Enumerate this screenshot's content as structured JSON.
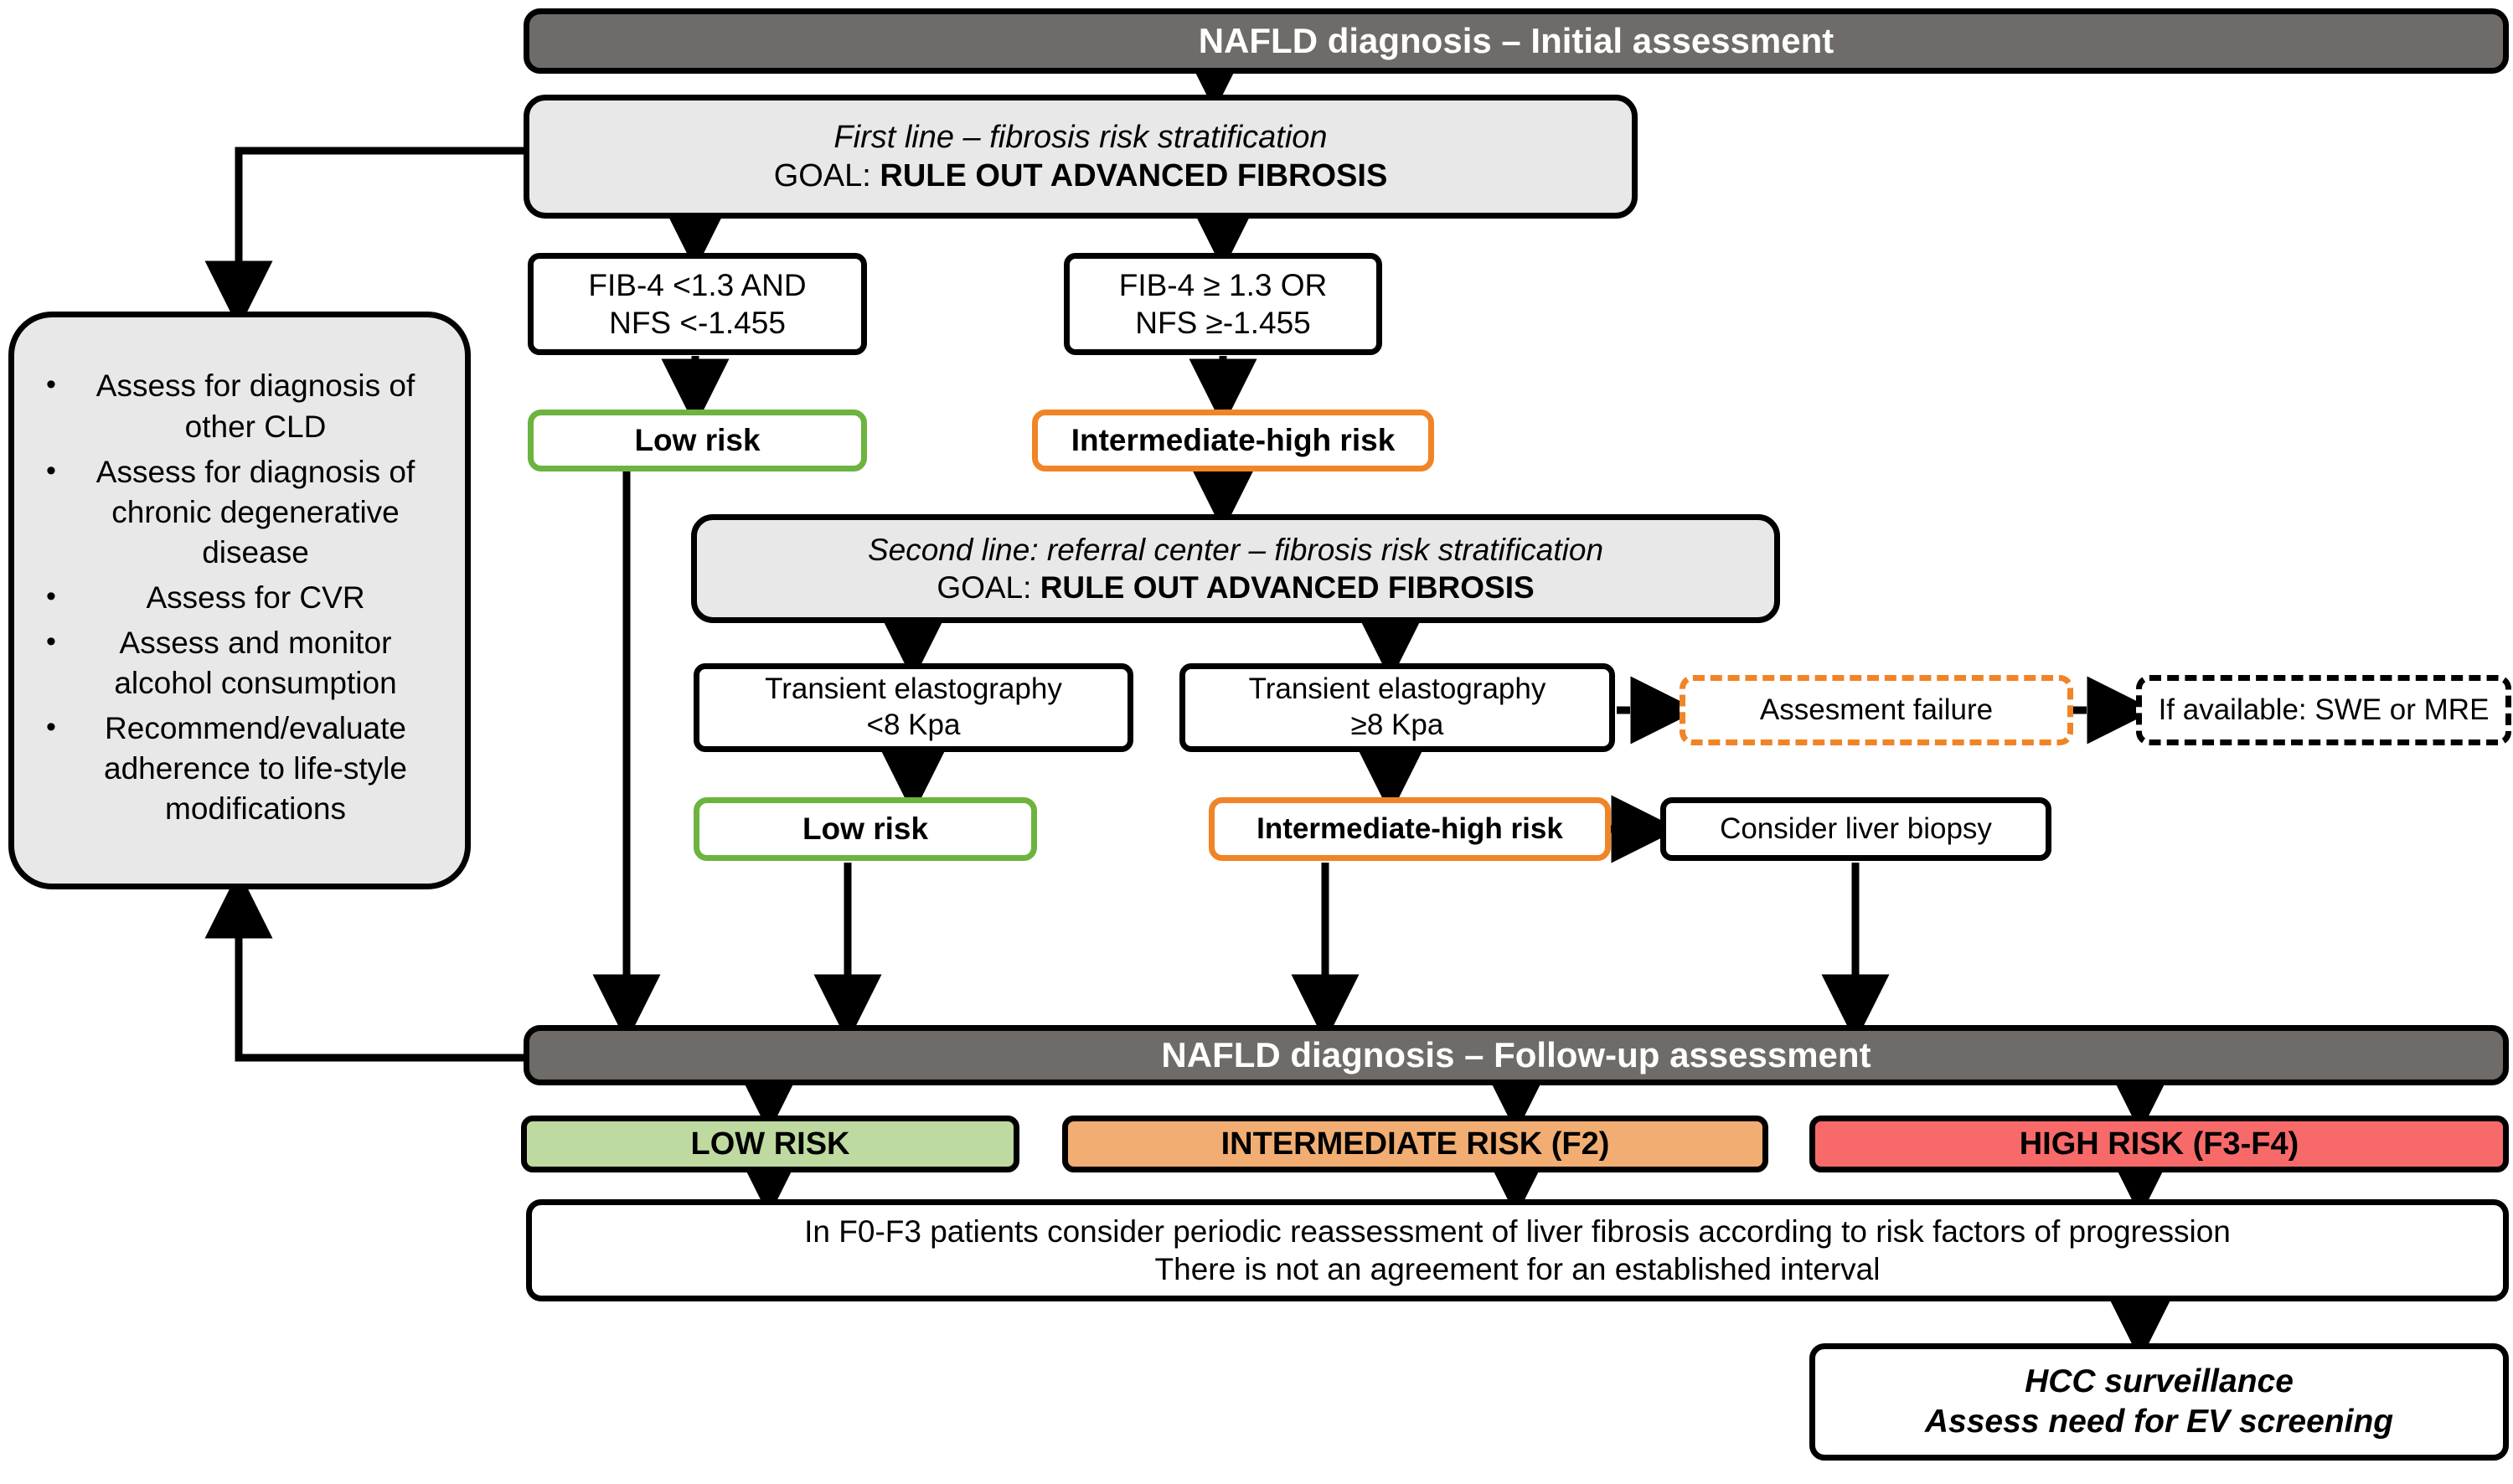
{
  "title": "NAFLD diagnosis flowchart",
  "banners": {
    "initial": "NAFLD diagnosis – Initial assessment",
    "followup": "NAFLD diagnosis – Follow-up assessment"
  },
  "first_line": {
    "subtitle": "First line – fibrosis risk stratification",
    "goal_label": "GOAL: ",
    "goal_value": "RULE OUT ADVANCED FIBROSIS"
  },
  "second_line": {
    "subtitle": "Second line: referral center – fibrosis risk stratification",
    "goal_label": "GOAL: ",
    "goal_value": "RULE OUT ADVANCED FIBROSIS"
  },
  "criteria": {
    "low": {
      "line1": "FIB-4 <1.3 AND",
      "line2": "NFS <-1.455"
    },
    "high": {
      "line1": "FIB-4 ≥ 1.3 OR",
      "line2": "NFS ≥-1.455"
    }
  },
  "risk_first": {
    "low": "Low risk",
    "high": "Intermediate-high risk"
  },
  "elastography": {
    "low": {
      "line1": "Transient elastography",
      "line2": "<8 Kpa"
    },
    "high": {
      "line1": "Transient elastography",
      "line2": "≥8 Kpa"
    }
  },
  "risk_second": {
    "low": "Low risk",
    "high": "Intermediate-high risk",
    "biopsy": "Consider liver biopsy"
  },
  "fallback": {
    "failure": "Assesment failure",
    "alternative": "If available:  SWE or MRE"
  },
  "sidebar": {
    "items": [
      "Assess for diagnosis of other CLD",
      "Assess for diagnosis of chronic degenerative disease",
      "Assess for CVR",
      "Assess and monitor alcohol consumption",
      "Recommend/evaluate adherence to life-style modifications"
    ]
  },
  "risk_categories": [
    {
      "label": "LOW RISK",
      "color": "#bedaa0"
    },
    {
      "label": "INTERMEDIATE RISK (F2)",
      "color": "#f2ae72"
    },
    {
      "label": "HIGH RISK (F3-F4)",
      "color": "#f86a6a"
    }
  ],
  "reassessment": {
    "line1": "In F0-F3 patients consider periodic reassessment of liver fibrosis according to risk factors of progression",
    "line2": "There is not an agreement for an established interval"
  },
  "hcc": {
    "line1": "HCC surveillance",
    "line2": "Assess need for EV screening"
  },
  "colors": {
    "green_outline": "#6db33f",
    "orange_outline": "#f08426",
    "banner_grey": "#6e6b68",
    "panel_grey": "#e8e8e8",
    "low_risk_fill": "#bedaa0",
    "intermediate_fill": "#f2ae72",
    "high_fill": "#f86a6a"
  }
}
